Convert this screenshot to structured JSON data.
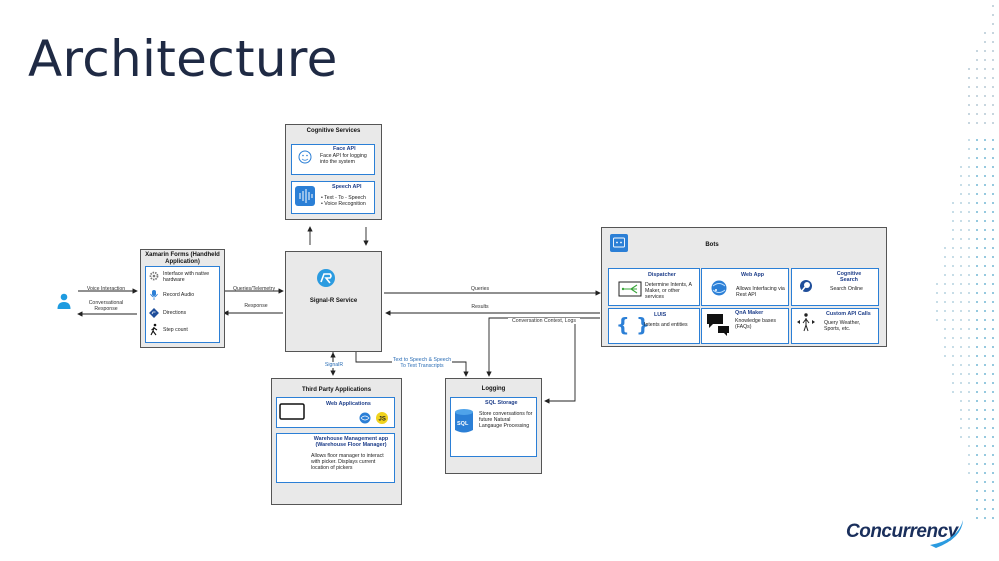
{
  "title": "Architecture",
  "logo": "Concurrency",
  "cognitive": {
    "title": "Cognitive Services",
    "face_title": "Face API",
    "face_desc": "Face API for logging into the system",
    "speech_title": "Speech API",
    "speech_b1": "Text - To - Speech",
    "speech_b2": "Voice Recognition"
  },
  "xamarin": {
    "title": "Xamarin Forms (Handheld Application)",
    "items": [
      "Interface with native hardware",
      "Record Audio",
      "Directions",
      "Step count"
    ]
  },
  "signalr": {
    "title": "Signal-R Service"
  },
  "third_party": {
    "title": "Third Party Applications",
    "web_title": "Web Applications",
    "wh_title": "Warehouse Management app (Warehouse Floor Manager)",
    "wh_desc": "Allows floor manager to interact with picker. Displays current location of pickers"
  },
  "logging": {
    "title": "Logging",
    "sql_title": "SQL Storage",
    "sql_desc": "Store conversations for future Natural Langauge Processing"
  },
  "bots": {
    "title": "Bots",
    "dispatcher_title": "Dispatcher",
    "dispatcher_desc": "Determine Intents, A Maker, or other services",
    "webapp_title": "Web App",
    "webapp_desc": "Allows Interfacing via Rest API",
    "search_title": "Cognitive Search",
    "search_desc": "Search Online",
    "luis_title": "LUIS",
    "luis_desc": "Intents and entities",
    "qna_title": "QnA Maker",
    "qna_desc": "Knowledge bases (FAQs)",
    "custom_title": "Custom API Calls",
    "custom_desc": "Query Weather, Sports, etc."
  },
  "edges": {
    "voice_interaction": "Voice Interaction",
    "conversational_response": "Conversational Response",
    "queries_telemetry": "Queries/Telemetry",
    "response": "Response",
    "queries": "Queries",
    "results": "Results",
    "conversation_context": "Conversation Context, Logs",
    "signalr": "SignalR",
    "transcripts": "Text to Speech & Speech To Text Transcripts"
  },
  "colors": {
    "title": "#1f2a44",
    "accent_blue": "#2b7fd6",
    "box_fill": "#e9e9e9",
    "logo": "#1a2f5c"
  }
}
